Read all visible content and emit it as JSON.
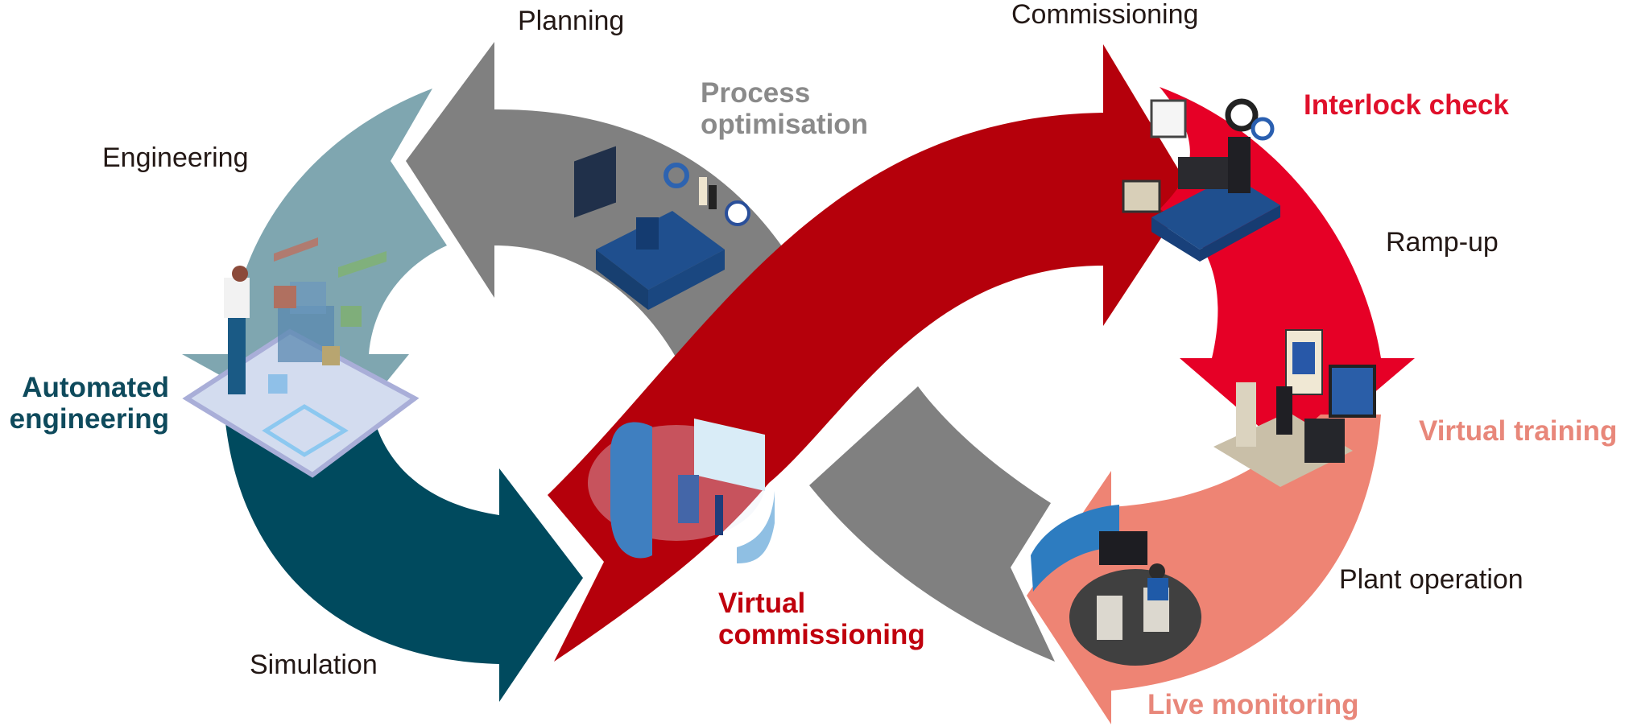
{
  "colors": {
    "engineering": "#7fa6b0",
    "simulation": "#004a5e",
    "planning": "#808080",
    "virtual_commissioning": "#b5000b",
    "ramp_up": "#e60026",
    "plant_operation": "#ee8474",
    "process_gray_lower": "#808080",
    "automated_engineering_text": "#0e4a5c",
    "process_optimisation_text": "#8a8a8a",
    "virtual_commissioning_text": "#c0000d",
    "interlock_text": "#e0102b",
    "virtual_training_text": "#e8877a",
    "live_monitoring_text": "#e8877a"
  },
  "phases": {
    "planning": "Planning",
    "engineering": "Engineering",
    "simulation": "Simulation",
    "commissioning": "Commissioning",
    "ramp_up": "Ramp-up",
    "plant_operation": "Plant operation"
  },
  "tools": {
    "automated_engineering": [
      "Automated",
      "engineering"
    ],
    "process_optimisation": [
      "Process",
      "optimisation"
    ],
    "virtual_commissioning": [
      "Virtual",
      "commissioning"
    ],
    "interlock_check": "Interlock check",
    "virtual_training": "Virtual training",
    "live_monitoring": "Live monitoring"
  },
  "illustrations": [
    "engineer-vr-cubes-illustration",
    "planning-desk-illustration",
    "virtual-commissioning-room-illustration",
    "interlock-desk-illustration",
    "virtual-training-illustration",
    "live-monitoring-control-room-illustration"
  ]
}
